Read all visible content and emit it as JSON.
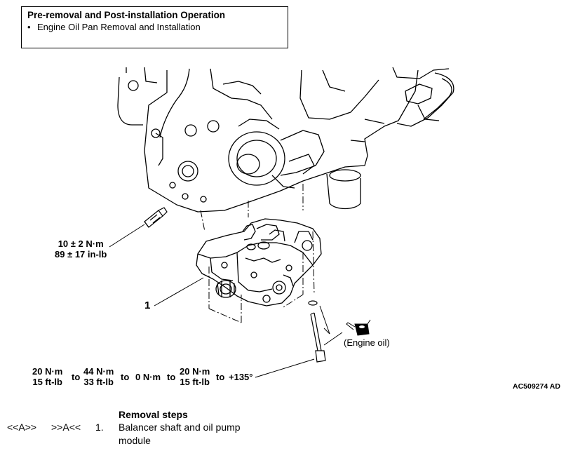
{
  "header": {
    "title": "Pre-removal and Post-installation Operation",
    "items": [
      "Engine Oil Pan Removal and Installation"
    ]
  },
  "callouts": {
    "torque_top_nm": "10 ± 2 N·m",
    "torque_top_inlb": "89 ± 17 in-lb",
    "part_number": "1",
    "engine_oil": "(Engine oil)"
  },
  "torque_sequence": [
    {
      "nm": "20 N·m",
      "imp": "15 ft-lb"
    },
    {
      "sep": "to"
    },
    {
      "nm": "44 N·m",
      "imp": "33 ft-lb"
    },
    {
      "sep": "to"
    },
    {
      "single": "0 N·m"
    },
    {
      "sep": "to"
    },
    {
      "nm": "20 N·m",
      "imp": "15 ft-lb"
    },
    {
      "sep": "to"
    },
    {
      "single": "+135°"
    }
  ],
  "figure_code": "AC509274 AD",
  "removal": {
    "heading": "Removal steps",
    "steps": [
      {
        "ref_left": "<<A>>",
        "ref_right": ">>A<<",
        "number": "1.",
        "line1": "Balancer shaft and oil pump",
        "line2": "module"
      }
    ]
  }
}
